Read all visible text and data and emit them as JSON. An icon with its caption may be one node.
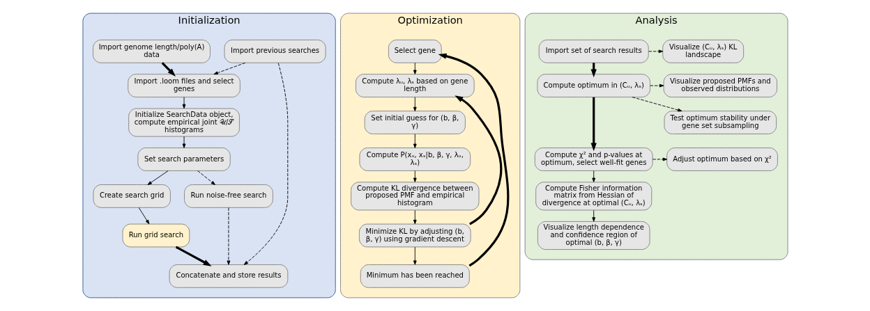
{
  "diagram": {
    "nodes": [
      {
        "text": [
          "Initialization"
        ]
      },
      {
        "text": [
          "Import genome length/poly(A) data"
        ],
        "in": 0
      },
      {
        "text": [
          "Import previous searches"
        ],
        "in": 0
      },
      {
        "text": [
          "Import .loom files and select genes"
        ],
        "in": 0
      },
      {
        "text": [
          "Initialize SearchData object, compute empirical joint 𝒰/𝒮 histograms"
        ],
        "in": 0
      },
      {
        "text": [
          "Set search parameters"
        ],
        "in": 0
      },
      {
        "text": [
          "Create search grid"
        ],
        "in": 0
      },
      {
        "text": [
          "Run grid search"
        ],
        "in": 0
      },
      {
        "text": [
          "Run noise-free search"
        ],
        "in": 0
      },
      {
        "text": [
          "Concatenate and store results"
        ],
        "in": 0
      },
      {
        "text": [
          "Optimization"
        ]
      },
      {
        "text": [
          "Select gene"
        ],
        "in": 10
      },
      {
        "text": [
          "Compute λᵤ, λₛ based on gene length"
        ],
        "in": 10
      },
      {
        "text": [
          "Set initial guess for (b, β, γ)"
        ],
        "in": 10
      },
      {
        "text": [
          "Compute P(xᵤ, xₛ|b, β, γ, λᵤ, λₛ)"
        ],
        "in": 10
      },
      {
        "text": [
          "Compute KL divergence between proposed PMF and empirical histogram"
        ],
        "in": 10
      },
      {
        "text": [
          "Minimize KL by adjusting (b, β, γ) using gradient descent"
        ],
        "in": 10
      },
      {
        "text": [
          "Minimum has been reached"
        ],
        "in": 10
      },
      {
        "text": [
          "Analysis"
        ]
      },
      {
        "text": [
          "Import set of search results"
        ],
        "in": 18
      },
      {
        "text": [
          "Visualize (Cᵤ, λₛ) KL landscape"
        ],
        "in": 18
      },
      {
        "text": [
          "Compute optimum in (Cᵤ, λₛ)"
        ],
        "in": 18
      },
      {
        "text": [
          "Visualize proposed PMFs and observed distributions"
        ],
        "in": 18
      },
      {
        "text": [
          "Test optimum stability under gene set subsampling"
        ],
        "in": 18
      },
      {
        "text": [
          "Compute χ² and p-values at optimum, select well-fit genes"
        ],
        "in": 18
      },
      {
        "text": [
          "Adjust optimum based on χ²"
        ],
        "in": 18
      },
      {
        "text": [
          "Compute Fisher information matrix from Hessian of divergence at optimal (Cᵤ, λₛ)"
        ],
        "in": 18
      },
      {
        "text": [
          "Visualize length dependence and confidence region of optimal (b, β, γ)"
        ],
        "in": 18
      }
    ],
    "edges": [
      {
        "from": 1,
        "to": 3,
        "arrow": "to",
        "style": "thick"
      },
      {
        "from": 2,
        "to": 3,
        "arrow": "to",
        "style": "dashed"
      },
      {
        "from": 2,
        "to": 9,
        "arrow": "to",
        "style": "dashed"
      },
      {
        "from": 3,
        "to": 4,
        "arrow": "to"
      },
      {
        "from": 4,
        "to": 5,
        "arrow": "to"
      },
      {
        "from": 5,
        "to": 6,
        "arrow": "to"
      },
      {
        "from": 5,
        "to": 8,
        "arrow": "to",
        "style": "dashed"
      },
      {
        "from": 6,
        "to": 7,
        "arrow": "to"
      },
      {
        "from": 7,
        "to": 9,
        "arrow": "to",
        "style": "thick"
      },
      {
        "from": 8,
        "to": 9,
        "arrow": "to",
        "style": "dashed"
      },
      {
        "from": 11,
        "to": 12,
        "arrow": "to"
      },
      {
        "from": 12,
        "to": 13,
        "arrow": "to"
      },
      {
        "from": 13,
        "to": 14,
        "arrow": "to"
      },
      {
        "from": 14,
        "to": 15,
        "arrow": "to"
      },
      {
        "from": 15,
        "to": 16,
        "arrow": "to"
      },
      {
        "from": 16,
        "to": 12,
        "arrow": "to",
        "style": "thick"
      },
      {
        "from": 16,
        "to": 17,
        "arrow": "to"
      },
      {
        "from": 17,
        "to": 11,
        "arrow": "to",
        "style": "thick"
      },
      {
        "from": 19,
        "to": 20,
        "arrow": "to",
        "style": "dashed"
      },
      {
        "from": 19,
        "to": 21,
        "arrow": "to",
        "style": "thick"
      },
      {
        "from": 21,
        "to": 22,
        "arrow": "to",
        "style": "dashed"
      },
      {
        "from": 21,
        "to": 23,
        "arrow": "to",
        "style": "dashed"
      },
      {
        "from": 21,
        "to": 24,
        "arrow": "to",
        "style": "thick"
      },
      {
        "from": 24,
        "to": 25,
        "arrow": "to",
        "style": "dashed"
      },
      {
        "from": 24,
        "to": 26,
        "arrow": "to"
      },
      {
        "from": 26,
        "to": 27,
        "arrow": "to"
      }
    ]
  }
}
